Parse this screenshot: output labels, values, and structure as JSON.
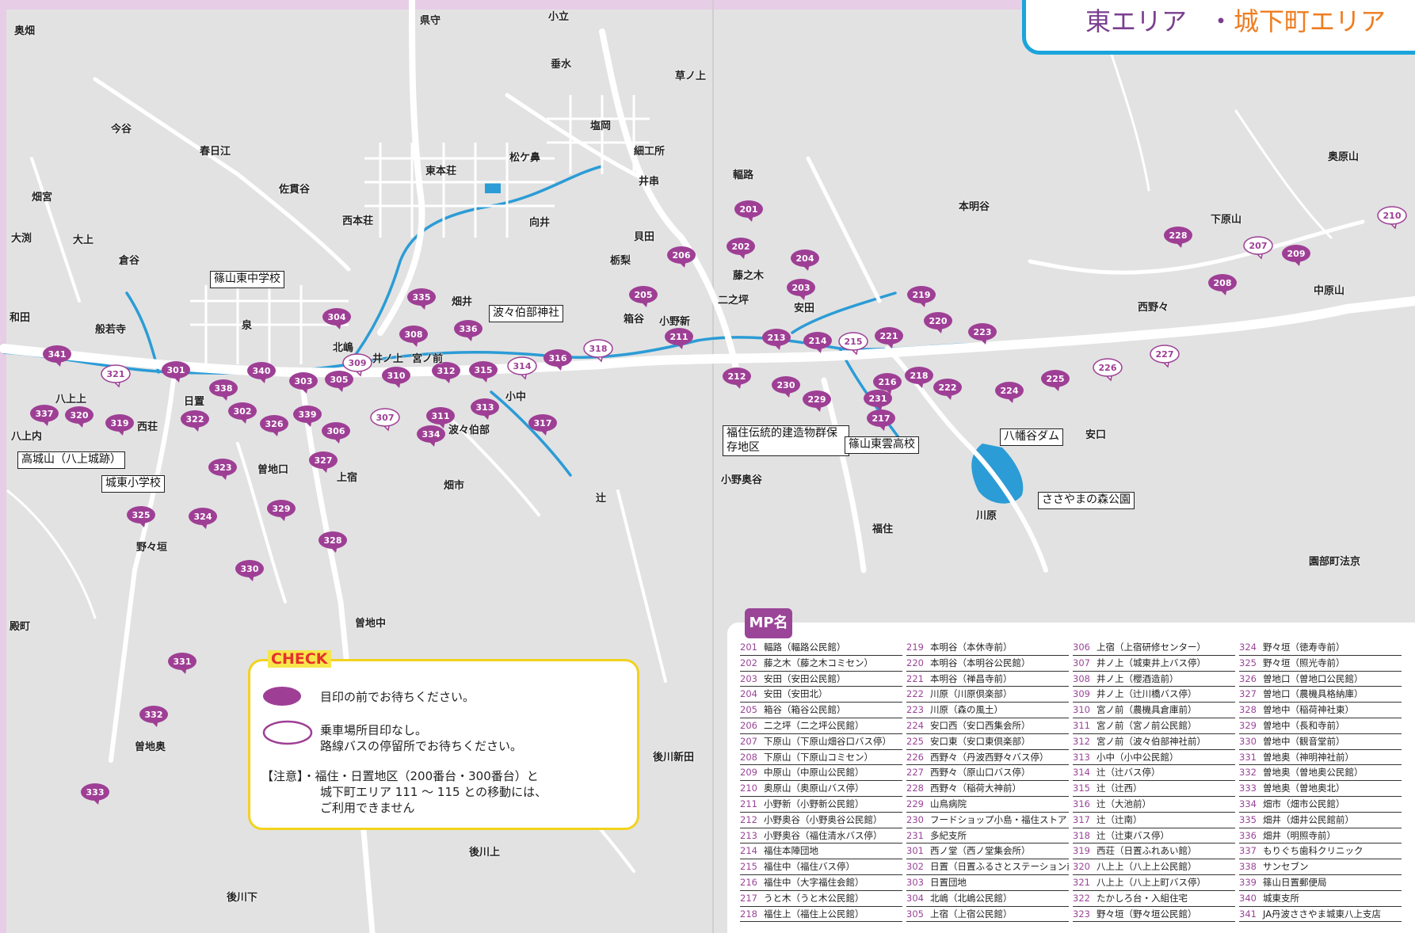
{
  "title": {
    "east": "東エリア",
    "dot": "・",
    "castle": "城下町エリア"
  },
  "colors": {
    "stop_fill": "#9e3f95",
    "stop_outline": "#9e3f95",
    "road": "#ffffff",
    "water": "#2b9cd6",
    "map_bg": "#e2e2e2"
  },
  "places": [
    {
      "t": "奥畑"
    },
    {
      "t": "県守"
    },
    {
      "t": "小立"
    },
    {
      "t": "垂水"
    },
    {
      "t": "草ノ上"
    },
    {
      "t": "今谷"
    },
    {
      "t": "春日江"
    },
    {
      "t": "塩岡"
    },
    {
      "t": "細工所"
    },
    {
      "t": "松ケ鼻"
    },
    {
      "t": "東本荘"
    },
    {
      "t": "井串"
    },
    {
      "t": "畑宮"
    },
    {
      "t": "佐貫谷"
    },
    {
      "t": "西本荘"
    },
    {
      "t": "向井"
    },
    {
      "t": "大渕"
    },
    {
      "t": "大上"
    },
    {
      "t": "倉谷"
    },
    {
      "t": "貝田"
    },
    {
      "t": "栃梨"
    },
    {
      "t": "畑井"
    },
    {
      "t": "和田"
    },
    {
      "t": "般若寺"
    },
    {
      "t": "泉"
    },
    {
      "t": "北嶋"
    },
    {
      "t": "井ノ上"
    },
    {
      "t": "宮ノ前"
    },
    {
      "t": "箱谷"
    },
    {
      "t": "小野新"
    },
    {
      "t": "二之坪"
    },
    {
      "t": "安田"
    },
    {
      "t": "藤之木"
    },
    {
      "t": "輻路"
    },
    {
      "t": "本明谷"
    },
    {
      "t": "下原山"
    },
    {
      "t": "奥原山"
    },
    {
      "t": "中原山"
    },
    {
      "t": "西野々"
    },
    {
      "t": "八上上"
    },
    {
      "t": "日置"
    },
    {
      "t": "西荘"
    },
    {
      "t": "八上内"
    },
    {
      "t": "小中"
    },
    {
      "t": "波々伯部"
    },
    {
      "t": "曽地口"
    },
    {
      "t": "上宿"
    },
    {
      "t": "畑市"
    },
    {
      "t": "辻"
    },
    {
      "t": "小野奥谷"
    },
    {
      "t": "安口"
    },
    {
      "t": "福住"
    },
    {
      "t": "川原"
    },
    {
      "t": "園部町法京"
    },
    {
      "t": "野々垣"
    },
    {
      "t": "殿町"
    },
    {
      "t": "曽地中"
    },
    {
      "t": "曽地奥"
    },
    {
      "t": "後川新田"
    },
    {
      "t": "後川上"
    },
    {
      "t": "後川下"
    }
  ],
  "landmarks": [
    {
      "t": "篠山東中学校"
    },
    {
      "t": "波々伯部神社"
    },
    {
      "t": "高城山（八上城跡）"
    },
    {
      "t": "城東小学校"
    },
    {
      "t": "福住伝統的建造物群保存地区"
    },
    {
      "t": "篠山東雲高校"
    },
    {
      "t": "八幡谷ダム"
    },
    {
      "t": "ささやまの森公園"
    }
  ],
  "stops": [
    {
      "n": "201",
      "s": "filled"
    },
    {
      "n": "202",
      "s": "filled"
    },
    {
      "n": "203",
      "s": "filled"
    },
    {
      "n": "204",
      "s": "filled"
    },
    {
      "n": "205",
      "s": "filled"
    },
    {
      "n": "206",
      "s": "filled"
    },
    {
      "n": "207",
      "s": "outline"
    },
    {
      "n": "208",
      "s": "filled"
    },
    {
      "n": "209",
      "s": "filled"
    },
    {
      "n": "210",
      "s": "outline"
    },
    {
      "n": "211",
      "s": "filled"
    },
    {
      "n": "212",
      "s": "filled"
    },
    {
      "n": "213",
      "s": "filled"
    },
    {
      "n": "214",
      "s": "filled"
    },
    {
      "n": "215",
      "s": "outline"
    },
    {
      "n": "216",
      "s": "filled"
    },
    {
      "n": "217",
      "s": "filled"
    },
    {
      "n": "218",
      "s": "filled"
    },
    {
      "n": "219",
      "s": "filled"
    },
    {
      "n": "220",
      "s": "filled"
    },
    {
      "n": "221",
      "s": "filled"
    },
    {
      "n": "222",
      "s": "filled"
    },
    {
      "n": "223",
      "s": "filled"
    },
    {
      "n": "224",
      "s": "filled"
    },
    {
      "n": "225",
      "s": "filled"
    },
    {
      "n": "226",
      "s": "outline"
    },
    {
      "n": "227",
      "s": "outline"
    },
    {
      "n": "228",
      "s": "filled"
    },
    {
      "n": "229",
      "s": "filled"
    },
    {
      "n": "230",
      "s": "filled"
    },
    {
      "n": "231",
      "s": "filled"
    },
    {
      "n": "301",
      "s": "filled"
    },
    {
      "n": "302",
      "s": "filled"
    },
    {
      "n": "303",
      "s": "filled"
    },
    {
      "n": "304",
      "s": "filled"
    },
    {
      "n": "305",
      "s": "filled"
    },
    {
      "n": "306",
      "s": "filled"
    },
    {
      "n": "307",
      "s": "outline"
    },
    {
      "n": "308",
      "s": "filled"
    },
    {
      "n": "309",
      "s": "outline"
    },
    {
      "n": "310",
      "s": "filled"
    },
    {
      "n": "311",
      "s": "filled"
    },
    {
      "n": "312",
      "s": "filled"
    },
    {
      "n": "313",
      "s": "filled"
    },
    {
      "n": "314",
      "s": "outline"
    },
    {
      "n": "315",
      "s": "filled"
    },
    {
      "n": "316",
      "s": "filled"
    },
    {
      "n": "317",
      "s": "filled"
    },
    {
      "n": "318",
      "s": "outline"
    },
    {
      "n": "319",
      "s": "filled"
    },
    {
      "n": "320",
      "s": "filled"
    },
    {
      "n": "321",
      "s": "outline"
    },
    {
      "n": "322",
      "s": "filled"
    },
    {
      "n": "323",
      "s": "filled"
    },
    {
      "n": "324",
      "s": "filled"
    },
    {
      "n": "325",
      "s": "filled"
    },
    {
      "n": "326",
      "s": "filled"
    },
    {
      "n": "327",
      "s": "filled"
    },
    {
      "n": "328",
      "s": "filled"
    },
    {
      "n": "329",
      "s": "filled"
    },
    {
      "n": "330",
      "s": "filled"
    },
    {
      "n": "331",
      "s": "filled"
    },
    {
      "n": "332",
      "s": "filled"
    },
    {
      "n": "333",
      "s": "filled"
    },
    {
      "n": "334",
      "s": "filled"
    },
    {
      "n": "335",
      "s": "filled"
    },
    {
      "n": "336",
      "s": "filled"
    },
    {
      "n": "337",
      "s": "filled"
    },
    {
      "n": "338",
      "s": "filled"
    },
    {
      "n": "339",
      "s": "filled"
    },
    {
      "n": "340",
      "s": "filled"
    },
    {
      "n": "341",
      "s": "filled"
    }
  ],
  "check": {
    "tag": "CHECK",
    "filled_desc": "目印の前でお待ちください。",
    "outline_desc1": "乗車場所目印なし。",
    "outline_desc2": "路線バスの停留所でお待ちください。",
    "note1": "【注意】・福住・日置地区（200番台・300番台）と",
    "note2": "城下町エリア 111 ～ 115 との移動には、",
    "note3": "ご利用できません"
  },
  "mp": {
    "tag": "MP名",
    "col1": [
      {
        "n": "201",
        "nm": "輻路（輻路公民館）"
      },
      {
        "n": "202",
        "nm": "藤之木（藤之木コミセン）"
      },
      {
        "n": "203",
        "nm": "安田（安田公民館）"
      },
      {
        "n": "204",
        "nm": "安田（安田北）"
      },
      {
        "n": "205",
        "nm": "箱谷（箱谷公民館）"
      },
      {
        "n": "206",
        "nm": "二之坪（二之坪公民館）"
      },
      {
        "n": "207",
        "nm": "下原山（下原山畑谷口バス停）"
      },
      {
        "n": "208",
        "nm": "下原山（下原山コミセン）"
      },
      {
        "n": "209",
        "nm": "中原山（中原山公民館）"
      },
      {
        "n": "210",
        "nm": "奥原山（奥原山バス停）"
      },
      {
        "n": "211",
        "nm": "小野新（小野新公民館）"
      },
      {
        "n": "212",
        "nm": "小野奥谷（小野奥谷公民館）"
      },
      {
        "n": "213",
        "nm": "小野奥谷（福住清水バス停）"
      },
      {
        "n": "214",
        "nm": "福住本陣団地"
      },
      {
        "n": "215",
        "nm": "福住中（福住バス停）"
      },
      {
        "n": "216",
        "nm": "福住中（大字福住会館）"
      },
      {
        "n": "217",
        "nm": "うと木（うと木公民館）"
      },
      {
        "n": "218",
        "nm": "福住上（福住上公民館）"
      }
    ],
    "col2": [
      {
        "n": "219",
        "nm": "本明谷（本休寺前）"
      },
      {
        "n": "220",
        "nm": "本明谷（本明谷公民館）"
      },
      {
        "n": "221",
        "nm": "本明谷（禅昌寺前）"
      },
      {
        "n": "222",
        "nm": "川原（川原倶楽部）"
      },
      {
        "n": "223",
        "nm": "川原（森の風土）"
      },
      {
        "n": "224",
        "nm": "安口西（安口西集会所）"
      },
      {
        "n": "225",
        "nm": "安口東（安口東倶楽部）"
      },
      {
        "n": "226",
        "nm": "西野々（丹波西野々バス停）"
      },
      {
        "n": "227",
        "nm": "西野々（原山口バス停）"
      },
      {
        "n": "228",
        "nm": "西野々（稲荷大神前）"
      },
      {
        "n": "229",
        "nm": "山鳥病院"
      },
      {
        "n": "230",
        "nm": "フードショップ小島・福住ストア"
      },
      {
        "n": "231",
        "nm": "多紀支所"
      },
      {
        "n": "301",
        "nm": "西ノ堂（西ノ堂集会所）"
      },
      {
        "n": "302",
        "nm": "日置（日置ふるさとステーション前）"
      },
      {
        "n": "303",
        "nm": "日置団地"
      },
      {
        "n": "304",
        "nm": "北嶋（北嶋公民館）"
      },
      {
        "n": "305",
        "nm": "上宿（上宿公民館）"
      }
    ],
    "col3": [
      {
        "n": "306",
        "nm": "上宿（上宿研修センター）"
      },
      {
        "n": "307",
        "nm": "井ノ上（城東井上バス停）"
      },
      {
        "n": "308",
        "nm": "井ノ上（櫻酒造前）"
      },
      {
        "n": "309",
        "nm": "井ノ上（辻川橋バス停）"
      },
      {
        "n": "310",
        "nm": "宮ノ前（農機具倉庫前）"
      },
      {
        "n": "311",
        "nm": "宮ノ前（宮ノ前公民館）"
      },
      {
        "n": "312",
        "nm": "宮ノ前（波々伯部神社前）"
      },
      {
        "n": "313",
        "nm": "小中（小中公民館）"
      },
      {
        "n": "314",
        "nm": "辻（辻バス停）"
      },
      {
        "n": "315",
        "nm": "辻（辻西）"
      },
      {
        "n": "316",
        "nm": "辻（大池前）"
      },
      {
        "n": "317",
        "nm": "辻（辻南）"
      },
      {
        "n": "318",
        "nm": "辻（辻東バス停）"
      },
      {
        "n": "319",
        "nm": "西荘（日置ふれあい館）"
      },
      {
        "n": "320",
        "nm": "八上上（八上上公民館）"
      },
      {
        "n": "321",
        "nm": "八上上（八上上町バス停）"
      },
      {
        "n": "322",
        "nm": "たかしろ台・入組住宅"
      },
      {
        "n": "323",
        "nm": "野々垣（野々垣公民館）"
      }
    ],
    "col4": [
      {
        "n": "324",
        "nm": "野々垣（徳寿寺前）"
      },
      {
        "n": "325",
        "nm": "野々垣（照光寺前）"
      },
      {
        "n": "326",
        "nm": "曽地口（曽地口公民館）"
      },
      {
        "n": "327",
        "nm": "曽地口（農機具格納庫）"
      },
      {
        "n": "328",
        "nm": "曽地中（稲荷神社東）"
      },
      {
        "n": "329",
        "nm": "曽地中（長和寺前）"
      },
      {
        "n": "330",
        "nm": "曽地中（観音堂前）"
      },
      {
        "n": "331",
        "nm": "曽地奥（神明神社前）"
      },
      {
        "n": "332",
        "nm": "曽地奥（曽地奥公民館）"
      },
      {
        "n": "333",
        "nm": "曽地奥（曽地奥北）"
      },
      {
        "n": "334",
        "nm": "畑市（畑市公民館）"
      },
      {
        "n": "335",
        "nm": "畑井（畑井公民館前）"
      },
      {
        "n": "336",
        "nm": "畑井（明照寺前）"
      },
      {
        "n": "337",
        "nm": "もりぐち歯科クリニック"
      },
      {
        "n": "338",
        "nm": "サンセブン"
      },
      {
        "n": "339",
        "nm": "篠山日置郵便局"
      },
      {
        "n": "340",
        "nm": "城東支所"
      },
      {
        "n": "341",
        "nm": "JA丹波ささやま城東八上支店"
      }
    ]
  }
}
